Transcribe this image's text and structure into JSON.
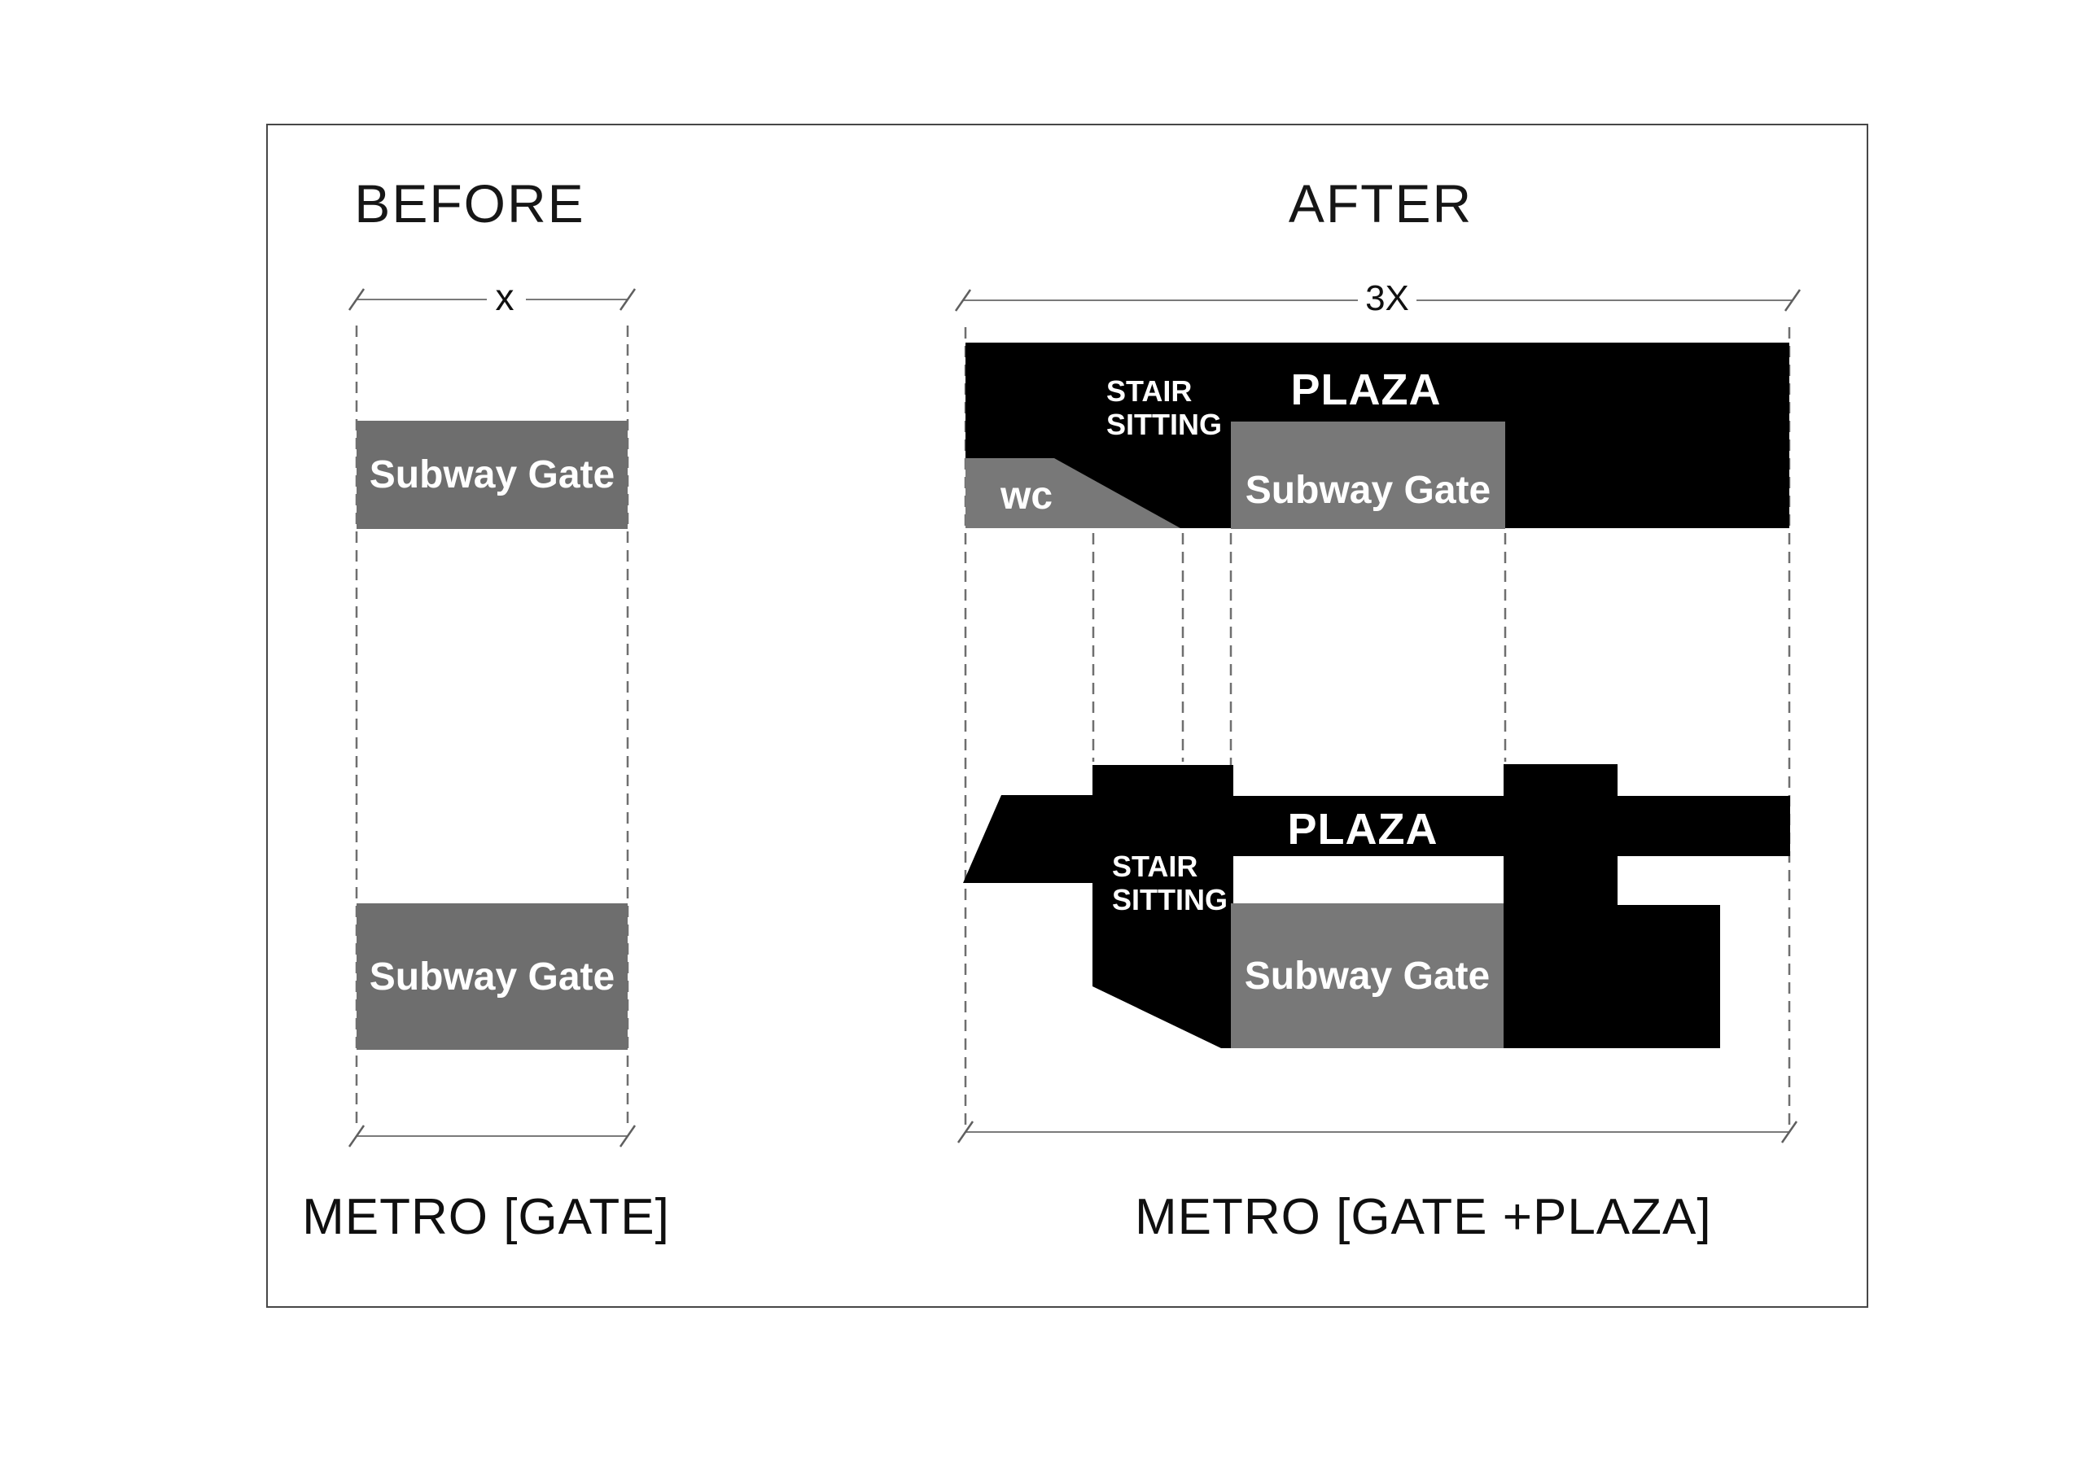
{
  "before": {
    "title": "BEFORE",
    "dim_label": "x",
    "gate_top_label": "Subway Gate",
    "gate_bottom_label": "Subway Gate",
    "caption": "METRO [GATE]"
  },
  "after": {
    "title": "AFTER",
    "dim_label": "3X",
    "plaza_top_label": "PLAZA",
    "plaza_bottom_label": "PLAZA",
    "stair_top_line1": "STAIR",
    "stair_top_line2": "SITTING",
    "stair_bottom_line1": "STAIR",
    "stair_bottom_line2": "SITTING",
    "wc_label": "wc",
    "gate_top_label": "Subway Gate",
    "gate_bottom_label": "Subway Gate",
    "caption": "METRO [GATE +PLAZA]"
  },
  "colors": {
    "structure_black": "#000000",
    "gate_gray_before": "#6e6e6e",
    "gate_gray_after": "#787878",
    "dimension_line": "#7a7a7a",
    "dashed_guide": "#6f6f6f",
    "text_ink": "#1a1a1a",
    "frame_border": "#474747"
  }
}
